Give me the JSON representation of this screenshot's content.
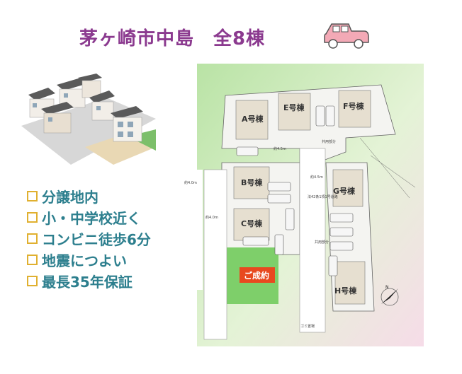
{
  "title": "茅ヶ崎市中島　全8棟",
  "features": [
    "分譲地内",
    "小・中学校近く",
    "コンビニ徒歩6分",
    "地震につよい",
    "最長35年保証"
  ],
  "plan": {
    "lots": [
      "A号棟",
      "B号棟",
      "C号棟",
      "E号棟",
      "F号棟",
      "G号棟",
      "H号棟"
    ],
    "sold_badge": "ご成約",
    "small_labels": {
      "road_width_1": "約4.0m",
      "road_width_2": "約4.0m",
      "road_width_3": "約4.5m",
      "road_width_4": "約4.5m",
      "road_name": "法42条1項1号道路",
      "shared_1": "共用部分",
      "shared_2": "共用部分",
      "garbage": "ゴミ置場"
    }
  },
  "colors": {
    "title": "#8b3a8f",
    "feature_text": "#2d7f8e",
    "checkbox": "#e0b030",
    "sold_badge": "#e8491f",
    "car": "#f3a9b6",
    "lawn": "#b9e3a5",
    "pink_area": "#f6dce8"
  },
  "icons": [
    "car-icon",
    "house-render-image",
    "site-plan-image",
    "north-arrow-icon"
  ]
}
